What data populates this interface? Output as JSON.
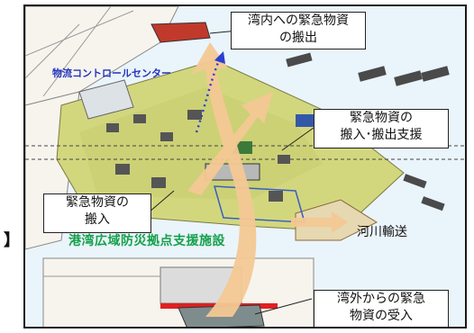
{
  "labels": {
    "bay_out": "湾内への緊急物資\nの搬出",
    "logistics_center": "物流コントロールセンター",
    "support": "緊急物資の\n搬入･搬出支援",
    "import_in": "緊急物資の\n搬入",
    "facility": "港湾広域防災拠点支援施設",
    "river": "河川輸送",
    "receive": "湾外からの緊急\n物資の受入",
    "bracket": "】"
  },
  "colors": {
    "sea": "#eaf4fb",
    "land": "#f7f4ee",
    "site": "#d2d77e",
    "arrow": "#f3c893",
    "green_text": "#15a04a",
    "blue_text": "#2233bb",
    "red_bar": "#e02020"
  }
}
